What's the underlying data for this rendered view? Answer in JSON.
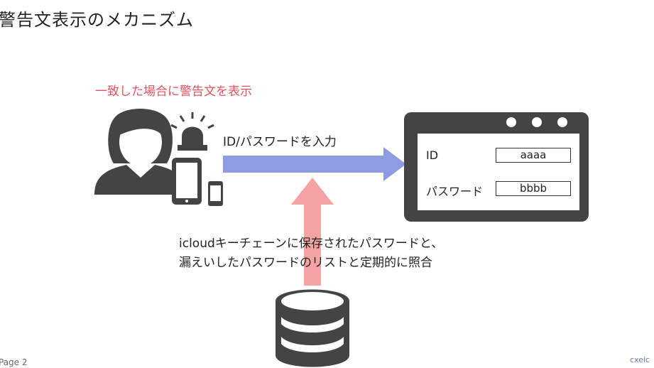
{
  "title": "警告文表示のメカニズム",
  "warning_caption": "一致した場合に警告文を表示",
  "arrow_label": "ID/パスワードを入力",
  "db_note": {
    "line1": "icloudキーチェーンに保存されたパスワードと、",
    "line2": "漏えいしたパスワードのリストと定期的に照合"
  },
  "login_window": {
    "id_label": "ID",
    "id_value": "aaaa",
    "password_label": "パスワード",
    "password_value": "bbbb"
  },
  "footer": {
    "page": "Page 2",
    "logo": "cxeic"
  },
  "colors": {
    "warning_text": "#e0525f",
    "blue_arrow": "#8d9be0",
    "red_arrow": "#f4a3a3",
    "icon_dark": "#444444"
  },
  "icons": [
    "user-icon",
    "siren-icon",
    "tablet-icon",
    "smartphone-icon",
    "browser-window-icon",
    "database-icon"
  ]
}
